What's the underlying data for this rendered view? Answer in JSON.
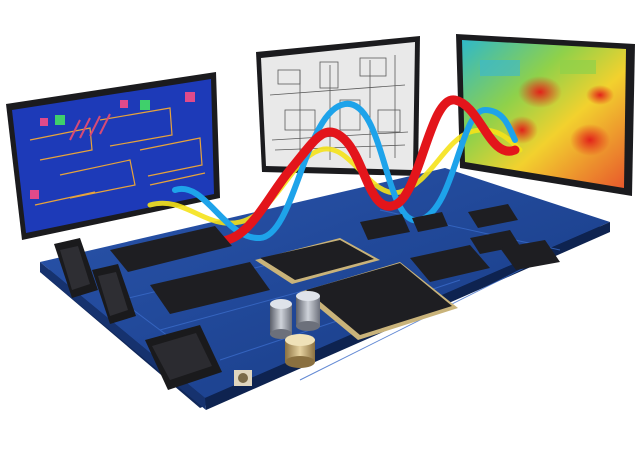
{
  "scene": {
    "screens": [
      {
        "name": "pcb-layout-screen",
        "content": "pcb-layout"
      },
      {
        "name": "schematic-screen",
        "content": "schematic"
      },
      {
        "name": "thermal-map-screen",
        "content": "thermal-map"
      }
    ],
    "signal_waves": [
      {
        "name": "yellow-wave",
        "color": "#f5e21a"
      },
      {
        "name": "blue-wave",
        "color": "#1ea3ea"
      },
      {
        "name": "red-wave",
        "color": "#e3151b"
      }
    ],
    "colors": {
      "board": "#1d3f8c",
      "board_edge": "#102759",
      "chip": "#1e1e22",
      "pad": "#c9b37a"
    }
  }
}
